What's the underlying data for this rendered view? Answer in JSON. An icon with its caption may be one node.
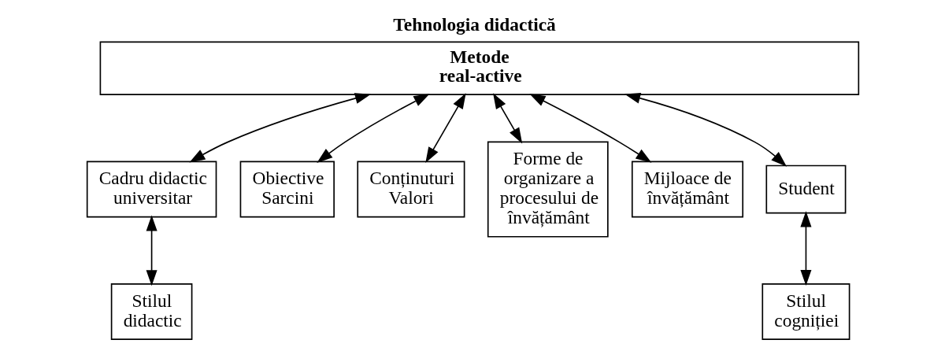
{
  "diagram": {
    "title": "Tehnologia didactică",
    "nodes": [
      {
        "text": [
          "Metode real-active"
        ]
      },
      {
        "text": [
          "Cadru didactic universitar"
        ]
      },
      {
        "text": [
          "Obiective",
          "Sarcini"
        ]
      },
      {
        "text": [
          "Conținuturi",
          "Valori"
        ]
      },
      {
        "text": [
          "Forme de organizare a procesului de învățământ"
        ]
      },
      {
        "text": [
          "Mijloace de învățământ"
        ]
      },
      {
        "text": [
          "Student"
        ]
      },
      {
        "text": [
          "Stilul didactic"
        ]
      },
      {
        "text": [
          "Stilul cogniției"
        ]
      }
    ],
    "edges": [
      {
        "from": 0,
        "to": 1,
        "arrow": "both"
      },
      {
        "from": 0,
        "to": 2,
        "arrow": "both"
      },
      {
        "from": 0,
        "to": 3,
        "arrow": "both"
      },
      {
        "from": 0,
        "to": 4,
        "arrow": "both"
      },
      {
        "from": 0,
        "to": 5,
        "arrow": "both"
      },
      {
        "from": 0,
        "to": 6,
        "arrow": "both"
      },
      {
        "from": 1,
        "to": 7,
        "arrow": "both"
      },
      {
        "from": 6,
        "to": 8,
        "arrow": "both"
      }
    ]
  }
}
